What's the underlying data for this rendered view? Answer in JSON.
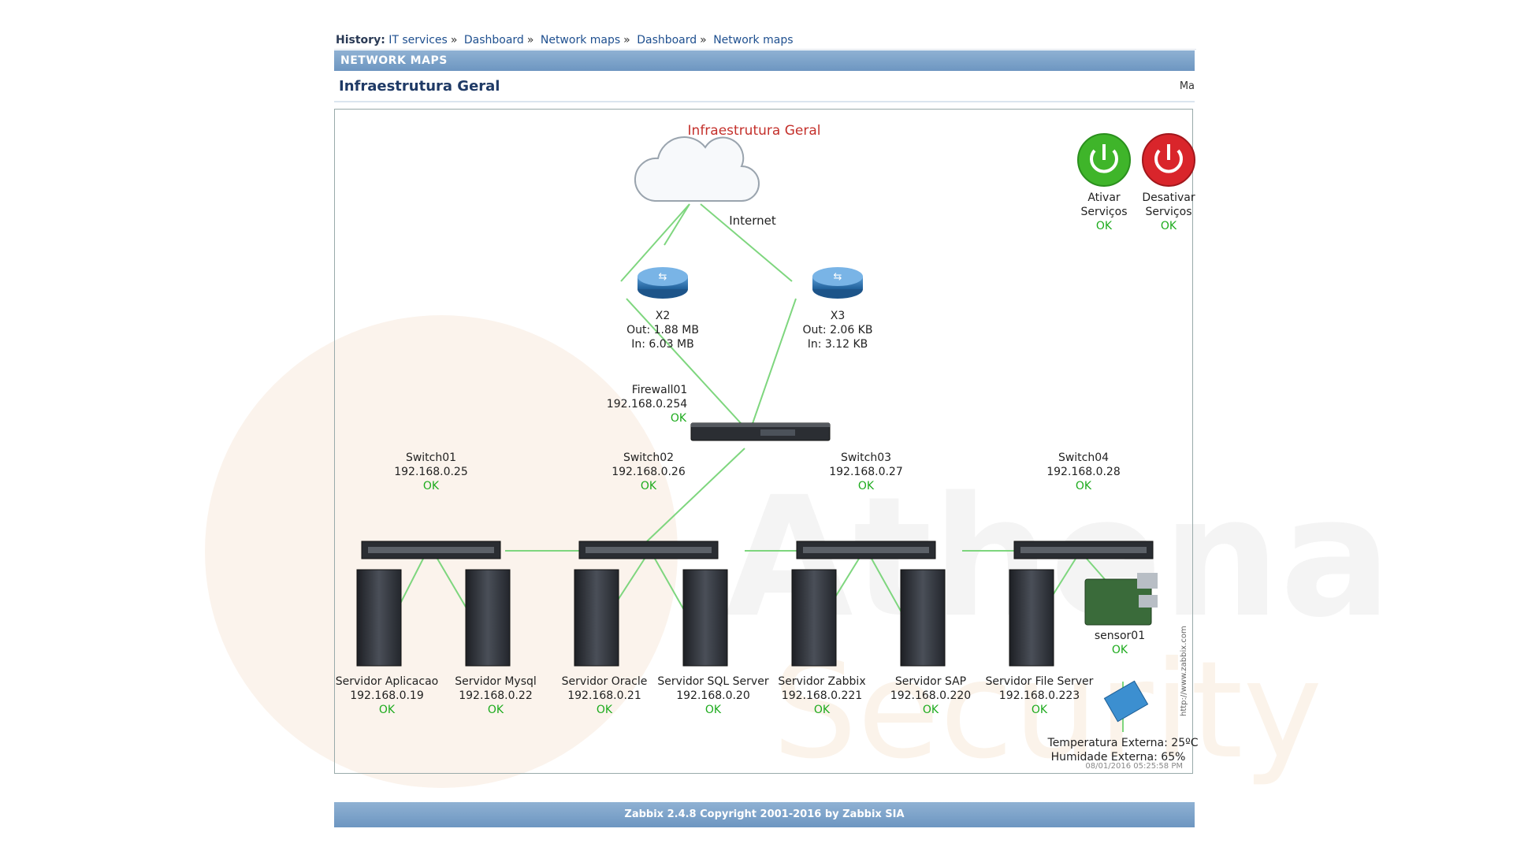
{
  "history": {
    "label": "History:",
    "items": [
      "IT services",
      "Dashboard",
      "Network maps",
      "Dashboard",
      "Network maps"
    ]
  },
  "navbar": {
    "title": "NETWORK MAPS"
  },
  "page": {
    "title": "Infraestrutura Geral",
    "right_cut": "Ma"
  },
  "map": {
    "title": "Infraestrutura Geral",
    "internet_label": "Internet",
    "routers": [
      {
        "name": "X2",
        "out": "Out: 1.88 MB",
        "in": "In: 6.03 MB"
      },
      {
        "name": "X3",
        "out": "Out: 2.06 KB",
        "in": "In: 3.12 KB"
      }
    ],
    "firewall": {
      "name": "Firewall01",
      "ip": "192.168.0.254",
      "status": "OK"
    },
    "switches": [
      {
        "name": "Switch01",
        "ip": "192.168.0.25",
        "status": "OK"
      },
      {
        "name": "Switch02",
        "ip": "192.168.0.26",
        "status": "OK"
      },
      {
        "name": "Switch03",
        "ip": "192.168.0.27",
        "status": "OK"
      },
      {
        "name": "Switch04",
        "ip": "192.168.0.28",
        "status": "OK"
      }
    ],
    "servers": [
      {
        "name": "Servidor Aplicacao",
        "ip": "192.168.0.19",
        "status": "OK"
      },
      {
        "name": "Servidor Mysql",
        "ip": "192.168.0.22",
        "status": "OK"
      },
      {
        "name": "Servidor Oracle",
        "ip": "192.168.0.21",
        "status": "OK"
      },
      {
        "name": "Servidor SQL Server",
        "ip": "192.168.0.20",
        "status": "OK"
      },
      {
        "name": "Servidor Zabbix",
        "ip": "192.168.0.221",
        "status": "OK"
      },
      {
        "name": "Servidor SAP",
        "ip": "192.168.0.220",
        "status": "OK"
      },
      {
        "name": "Servidor File Server",
        "ip": "192.168.0.223",
        "status": "OK"
      }
    ],
    "sensor": {
      "name": "sensor01",
      "status": "OK",
      "temperature": "Temperatura Externa: 25ºC",
      "humidity": "Humidade Externa: 65%"
    },
    "power_buttons": [
      {
        "line1": "Ativar",
        "line2": "Serviços",
        "status": "OK",
        "color": "#3fb52a"
      },
      {
        "line1": "Desativar",
        "line2": "Serviços",
        "status": "OK",
        "color": "#d9252b"
      }
    ],
    "timestamp": "08/01/2016 05:25:58 PM",
    "vertical_url": "http://www.zabbix.com",
    "status_color": "#1dab1d",
    "link_color": "#7ed67e"
  },
  "watermark": {
    "line1": "Athena",
    "line2": "Security"
  },
  "footer": {
    "text": "Zabbix 2.4.8 Copyright 2001-2016 by Zabbix SIA"
  }
}
